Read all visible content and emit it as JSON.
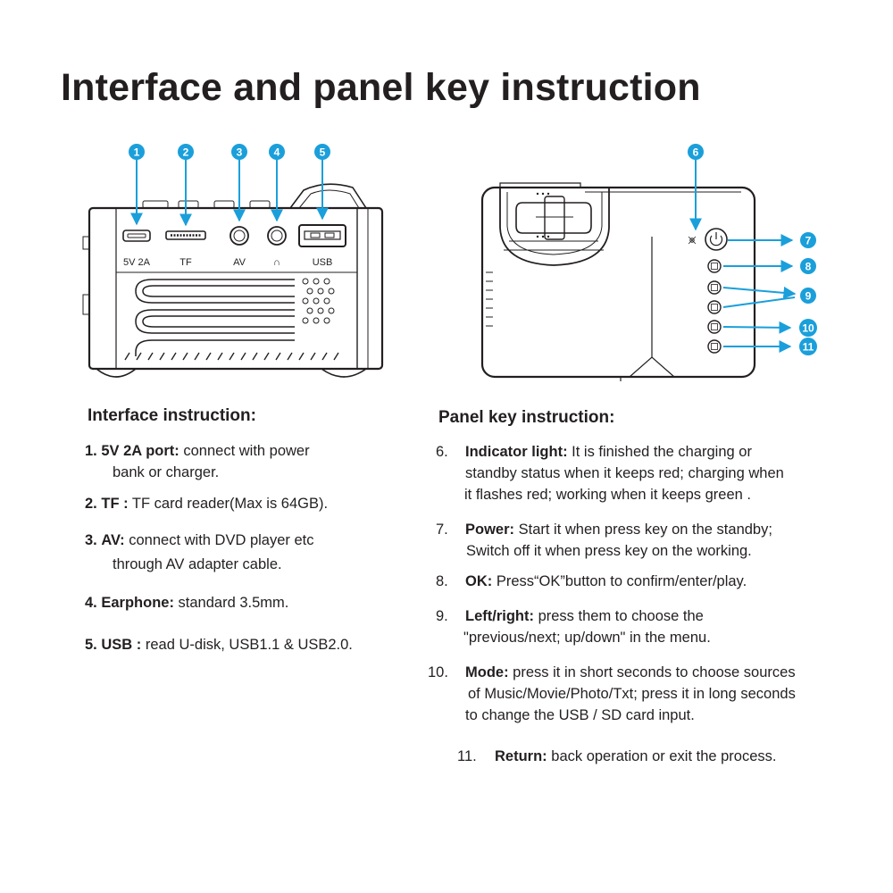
{
  "title": "Interface and panel key instruction",
  "colors": {
    "callout": "#1a9fdb",
    "ink": "#231f20"
  },
  "side_view": {
    "callouts": [
      "1",
      "2",
      "3",
      "4",
      "5"
    ],
    "port_labels": [
      "5V 2A",
      "TF",
      "AV",
      "∩",
      "USB"
    ]
  },
  "panel_view": {
    "callouts": [
      "6",
      "7",
      "8",
      "9",
      "10",
      "11"
    ],
    "button_icons": [
      "power-icon",
      "ok-icon",
      "right-icon",
      "left-icon",
      "mode-icon",
      "return-icon"
    ]
  },
  "interface": {
    "heading": "Interface instruction:",
    "items": [
      {
        "num": "1.",
        "term": "5V 2A port:",
        "lines": [
          "connect with power",
          "bank or charger."
        ]
      },
      {
        "num": "2.",
        "term": "TF :",
        "lines": [
          "TF card reader(Max is 64GB)."
        ]
      },
      {
        "num": "3.",
        "term": "AV:",
        "lines": [
          "connect with DVD player etc",
          "through AV adapter cable."
        ]
      },
      {
        "num": "4.",
        "term": "Earphone:",
        "lines": [
          "standard 3.5mm."
        ]
      },
      {
        "num": "5.",
        "term": "USB :",
        "lines": [
          "read U-disk, USB1.1 & USB2.0."
        ]
      }
    ]
  },
  "panel": {
    "heading": "Panel key instruction:",
    "items": [
      {
        "num": "6.",
        "term": "Indicator light:",
        "lines": [
          "It is finished the charging or",
          "standby status when it keeps red; charging when",
          "it flashes red; working when it keeps green ."
        ]
      },
      {
        "num": "7.",
        "term": "Power:",
        "lines": [
          "Start it when press key on the standby;",
          "Switch off it when press key on the working."
        ]
      },
      {
        "num": "8.",
        "term": "OK:",
        "lines": [
          "Press“OK”button to confirm/enter/play."
        ]
      },
      {
        "num": "9.",
        "term": "Left/right:",
        "lines": [
          "press them to choose the",
          "\"previous/next; up/down\" in the menu."
        ]
      },
      {
        "num": "10.",
        "term": "Mode:",
        "lines": [
          "press it in short seconds to choose sources",
          "of Music/Movie/Photo/Txt; press it in long seconds",
          "to change the USB / SD card input."
        ]
      },
      {
        "num": "11.",
        "term": "Return:",
        "lines": [
          "back operation or exit the process."
        ]
      }
    ]
  }
}
